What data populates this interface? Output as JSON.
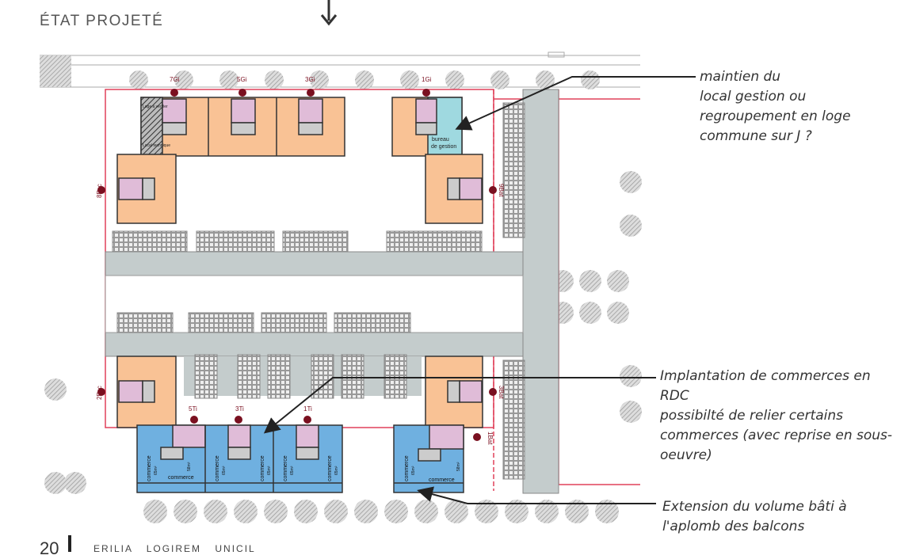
{
  "page": {
    "title": "ÉTAT PROJETÉ",
    "page_number": "20",
    "footer_brands": "ERILIA LOGIREM UNICIL"
  },
  "plan": {
    "entrances_top": [
      "7Gi",
      "5Gi",
      "3Gi",
      "1Gi"
    ],
    "entrances_bottom": [
      "5Ti",
      "3Ti",
      "1Ti"
    ],
    "entrances_side": {
      "left_top": "8Esc",
      "left_bottom": "2Esc",
      "right_top": "9Bat",
      "right_middle": "3Bat",
      "right_bottom": "1Bat"
    },
    "rooms": {
      "loge": "Loge à vérifier",
      "local_technique": "Local technique",
      "bureau_line1": "bureau",
      "bureau_line2": "de gestion"
    },
    "commerce_label": "commerce",
    "commerce_area_65": "65m²",
    "commerce_area_58": "58m²"
  },
  "annotations": [
    {
      "lines": [
        "maintien du",
        "local gestion ou",
        "regroupement en loge",
        "commune sur J ?"
      ]
    },
    {
      "lines": [
        "Implantation de commerces en",
        "RDC",
        "possibilté de relier certains",
        "commerces (avec reprise en sous-",
        "oeuvre)"
      ]
    },
    {
      "lines": [
        "Extension du volume bâti à",
        "l'aplomb des balcons"
      ]
    }
  ],
  "colors": {
    "housing": "#f9c295",
    "core": "#e0bcd8",
    "commerce": "#6fb0e0",
    "gestion": "#9fd9e0",
    "road": "#c4cccc",
    "boundary": "#e0405a",
    "marker": "#7a1020"
  }
}
